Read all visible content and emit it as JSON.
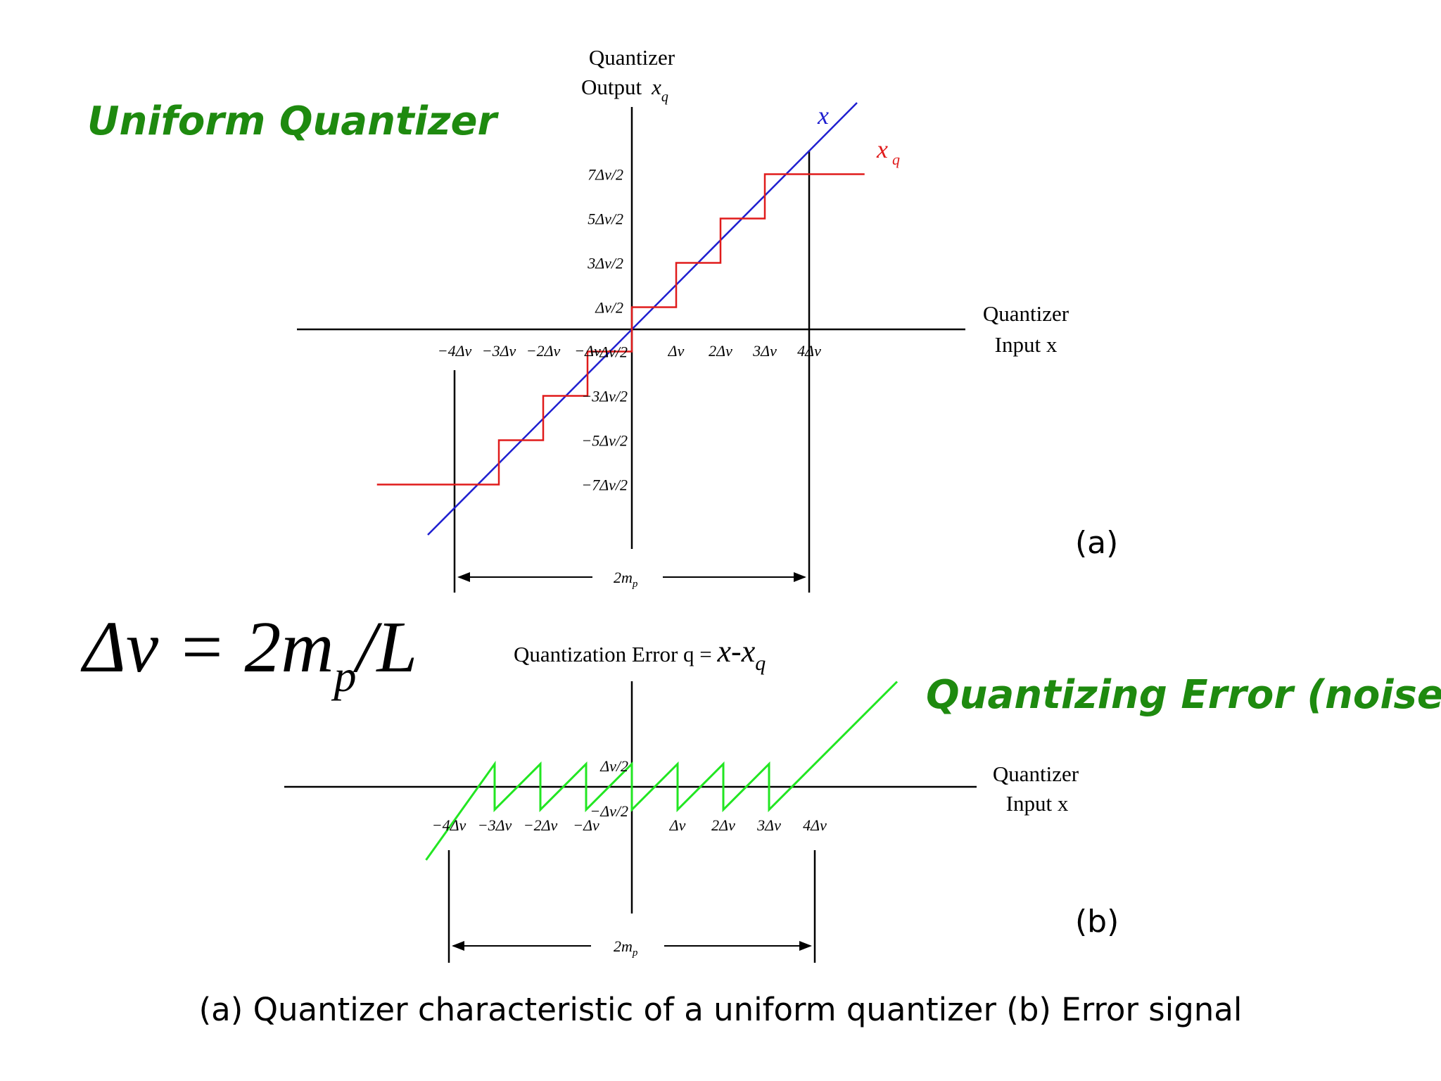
{
  "titles": {
    "uniform_quantizer": "Uniform Quantizer",
    "quantizing_error": "Quantizing Error (noise)"
  },
  "formula": {
    "lhs": "Δv = 2m",
    "sub": "p",
    "rhs": "/L"
  },
  "caption": "(a) Quantizer characteristic of a uniform quantizer (b) Error signal",
  "panel_a": {
    "label": "(a)",
    "y_axis_label_line1": "Quantizer",
    "y_axis_label_line2": "Output",
    "y_axis_symbol": "x",
    "y_axis_sub": "q",
    "x_axis_label_line1": "Quantizer",
    "x_axis_label_line2": "Input x",
    "x_ticks": [
      "−4Δv",
      "−3Δv",
      "−2Δv",
      "−Δv",
      "Δv",
      "2Δv",
      "3Δv",
      "4Δv"
    ],
    "y_ticks_pos": [
      "7Δv/2",
      "5Δv/2",
      "3Δv/2",
      "Δv/2"
    ],
    "y_ticks_neg": [
      "−Δv/2",
      "−3Δv/2",
      "−5Δv/2",
      "−7Δv/2"
    ],
    "span_label": "2m",
    "span_sub": "p",
    "series": [
      {
        "name": "x",
        "color": "#1f1fd0"
      },
      {
        "name": "x",
        "sub": "q",
        "color": "#e01b1b"
      }
    ],
    "xq_levels": [
      -3.5,
      -2.5,
      -1.5,
      -0.5,
      0.5,
      1.5,
      2.5,
      3.5
    ]
  },
  "panel_b": {
    "label": "(b)",
    "y_axis_label": "Quantization Error q = ",
    "y_axis_expr": "x-x",
    "y_axis_sub": "q",
    "x_axis_label_line1": "Quantizer",
    "x_axis_label_line2": "Input  x",
    "x_ticks": [
      "−4Δv",
      "−3Δv",
      "−2Δv",
      "−Δv",
      "Δv",
      "2Δv",
      "3Δv",
      "4Δv"
    ],
    "y_tick_pos": "Δv/2",
    "y_tick_neg": "−Δv/2",
    "span_label": "2m",
    "span_sub": "p",
    "error_color": "#22e622",
    "error_range": [
      -0.5,
      0.5
    ]
  }
}
